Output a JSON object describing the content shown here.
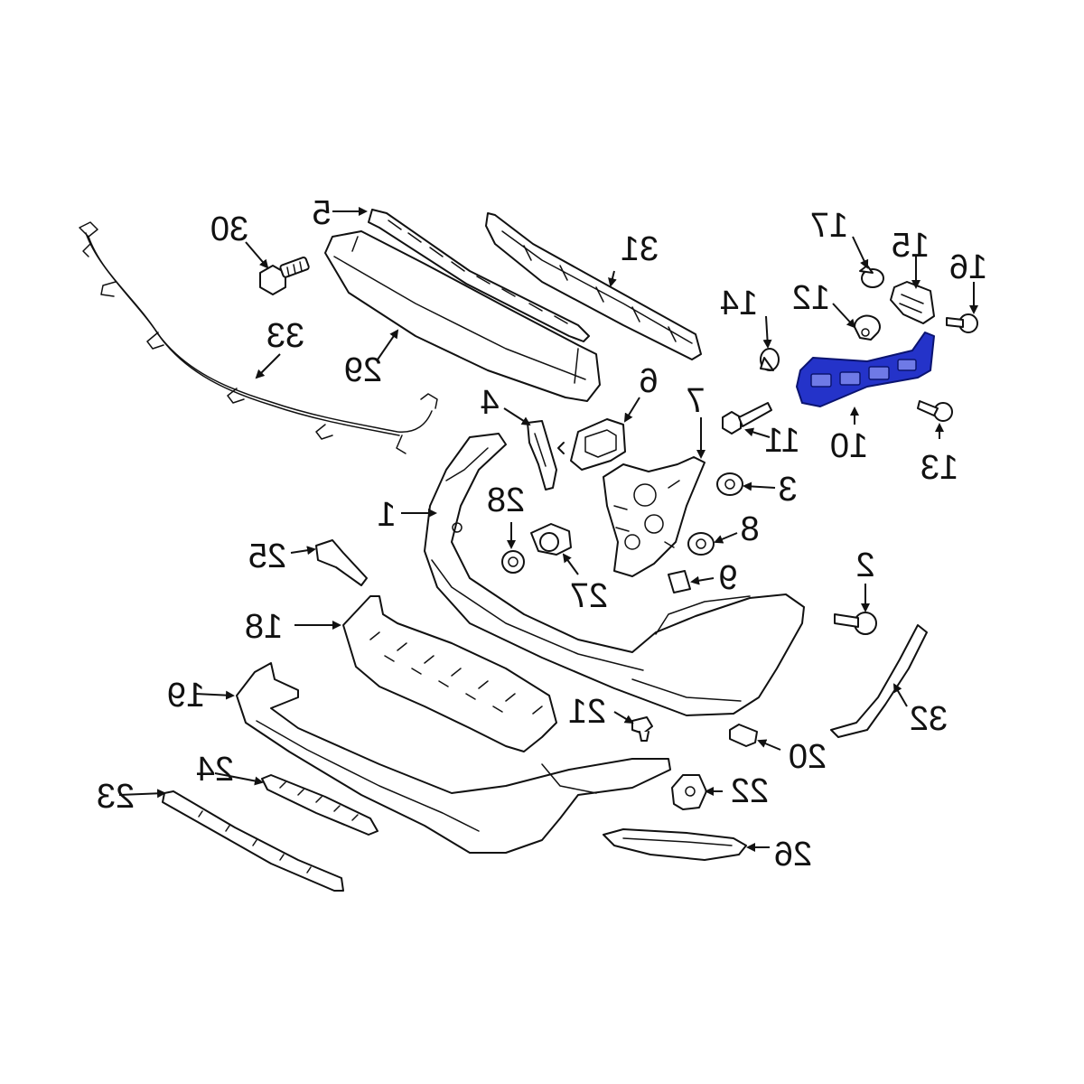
{
  "diagram": {
    "highlight_color": "#2433c9",
    "highlighted_part": "10",
    "callouts": [
      "1",
      "2",
      "3",
      "4",
      "5",
      "6",
      "7",
      "8",
      "9",
      "10",
      "11",
      "12",
      "13",
      "14",
      "15",
      "16",
      "17",
      "18",
      "19",
      "20",
      "21",
      "22",
      "23",
      "24",
      "25",
      "26",
      "27",
      "28",
      "29",
      "30",
      "31",
      "32",
      "33"
    ]
  }
}
